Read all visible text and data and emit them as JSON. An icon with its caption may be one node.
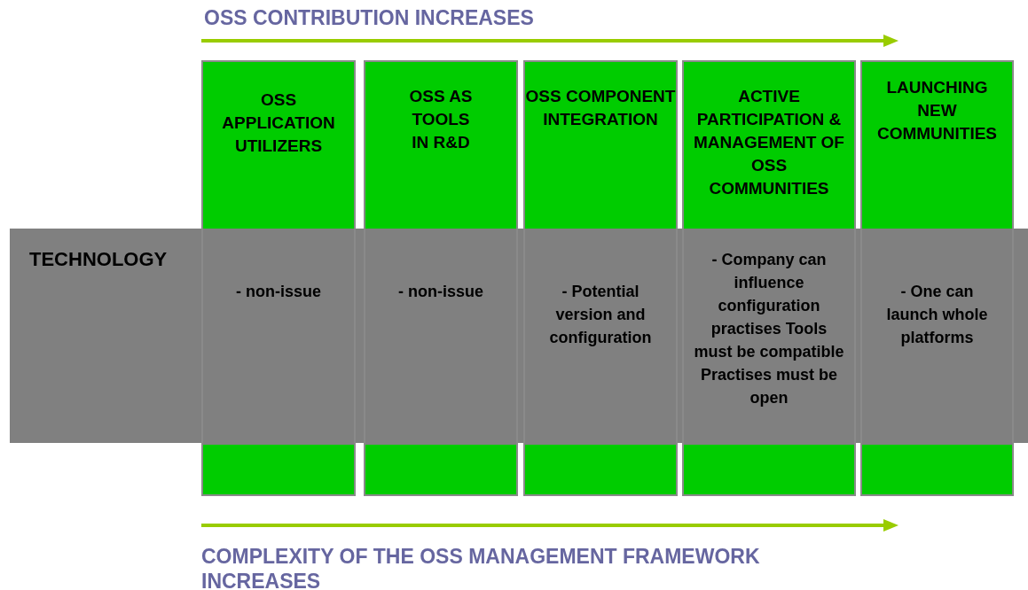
{
  "diagram": {
    "nodes": [
      {
        "text": [
          "OSS APPLICATION UTILIZERS",
          "- non-issue"
        ]
      },
      {
        "text": [
          "OSS AS TOOLS IN R&D",
          "- non-issue"
        ]
      },
      {
        "text": [
          "OSS COMPONENT INTEGRATION",
          "- Potential version and configuration"
        ]
      },
      {
        "text": [
          "ACTIVE PARTICIPATION & MANAGEMENT OF OSS COMMUNITIES",
          "- Company can influence configuration practises Tools must be compatible Practises must be open"
        ]
      },
      {
        "text": [
          "LAUNCHING NEW COMMUNITIES",
          "- One can launch whole platforms"
        ]
      },
      {
        "text": [
          "TECHNOLOGY"
        ]
      }
    ],
    "edges": [],
    "labels": [
      "OSS CONTRIBUTION INCREASES",
      "COMPLEXITY OF THE OSS MANAGEMENT FRAMEWORK INCREASES"
    ]
  }
}
